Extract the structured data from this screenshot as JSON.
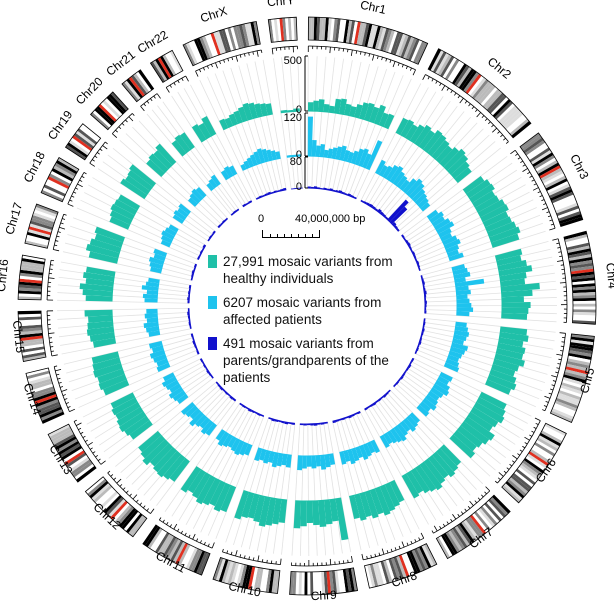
{
  "chart_data": {
    "type": "circos",
    "chromosomes": [
      {
        "name": "Chr1",
        "size_mb": 249
      },
      {
        "name": "Chr2",
        "size_mb": 242
      },
      {
        "name": "Chr3",
        "size_mb": 198
      },
      {
        "name": "Chr4",
        "size_mb": 190
      },
      {
        "name": "Chr5",
        "size_mb": 181
      },
      {
        "name": "Chr6",
        "size_mb": 171
      },
      {
        "name": "Chr7",
        "size_mb": 159
      },
      {
        "name": "Chr8",
        "size_mb": 145
      },
      {
        "name": "Chr9",
        "size_mb": 138
      },
      {
        "name": "Chr10",
        "size_mb": 134
      },
      {
        "name": "Chr11",
        "size_mb": 135
      },
      {
        "name": "Chr12",
        "size_mb": 133
      },
      {
        "name": "Chr13",
        "size_mb": 114
      },
      {
        "name": "Chr14",
        "size_mb": 107
      },
      {
        "name": "Chr15",
        "size_mb": 102
      },
      {
        "name": "Chr16",
        "size_mb": 90
      },
      {
        "name": "Chr17",
        "size_mb": 83
      },
      {
        "name": "Chr18",
        "size_mb": 80
      },
      {
        "name": "Chr19",
        "size_mb": 59
      },
      {
        "name": "Chr20",
        "size_mb": 64
      },
      {
        "name": "Chr21",
        "size_mb": 47
      },
      {
        "name": "Chr22",
        "size_mb": 51
      },
      {
        "name": "ChrX",
        "size_mb": 156
      },
      {
        "name": "ChrY",
        "size_mb": 57
      }
    ],
    "series": [
      {
        "name": "27,991 mosaic variants from healthy individuals",
        "color": "#1fc0a8",
        "ylim": [
          0,
          500
        ],
        "tick_labels": [
          "500",
          "0"
        ],
        "values": [
          [
            80,
            95,
            110,
            70,
            60,
            130,
            140,
            100,
            90,
            120,
            150,
            160,
            140,
            175,
            120,
            130
          ],
          [
            150,
            160,
            140,
            170,
            200,
            180,
            220,
            210,
            190,
            170,
            200,
            230,
            210,
            180,
            160
          ],
          [
            200,
            230,
            240,
            210,
            220,
            250,
            260,
            230,
            240,
            260,
            280,
            250
          ],
          [
            240,
            220,
            260,
            300,
            240,
            220,
            350,
            280,
            200,
            260,
            240,
            230
          ],
          [
            240,
            260,
            220,
            250,
            240,
            270,
            230,
            210,
            240,
            260,
            230
          ],
          [
            250,
            270,
            290,
            260,
            240,
            300,
            280,
            250,
            230,
            260
          ],
          [
            220,
            240,
            260,
            230,
            250,
            280,
            260,
            240,
            210,
            230
          ],
          [
            200,
            220,
            240,
            260,
            230,
            250,
            220,
            240,
            210
          ],
          [
            380,
            200,
            220,
            240,
            220,
            200,
            230,
            250
          ],
          [
            210,
            230,
            250,
            270,
            240,
            220,
            230,
            260
          ],
          [
            240,
            260,
            230,
            250,
            270,
            240,
            220,
            250
          ],
          [
            230,
            250,
            270,
            260,
            240,
            280,
            250,
            230
          ],
          [
            220,
            240,
            260,
            250,
            230,
            240,
            220
          ],
          [
            230,
            250,
            240,
            260,
            250,
            240
          ],
          [
            200,
            220,
            240,
            230,
            220,
            250
          ],
          [
            240,
            270,
            300,
            250,
            280,
            260
          ],
          [
            260,
            300,
            280,
            250,
            270
          ],
          [
            180,
            200,
            220,
            210,
            200
          ],
          [
            260,
            240,
            250,
            270
          ],
          [
            180,
            200,
            190,
            220
          ],
          [
            150,
            170,
            160
          ],
          [
            160,
            140,
            180
          ],
          [
            90,
            80,
            100,
            110,
            130,
            150,
            140,
            120,
            110,
            100
          ],
          [
            20,
            15,
            25
          ]
        ]
      },
      {
        "name": "6207 mosaic variants from affected patients",
        "color": "#1ec3ee",
        "ylim": [
          0,
          120
        ],
        "tick_labels": [
          "120",
          "0"
        ],
        "values": [
          [
            110,
            45,
            30,
            35,
            20,
            25,
            30,
            35,
            40,
            30,
            28,
            35,
            45,
            50,
            40,
            85
          ],
          [
            40,
            30,
            35,
            45,
            50,
            40,
            35,
            30,
            45,
            55,
            50,
            40,
            35,
            30,
            25
          ],
          [
            30,
            40,
            35,
            45,
            50,
            35,
            30,
            40,
            45,
            35,
            30,
            40
          ],
          [
            35,
            40,
            45,
            30,
            80,
            35,
            40,
            30,
            35,
            40,
            45,
            35
          ],
          [
            30,
            35,
            40,
            35,
            30,
            45,
            40,
            35,
            30,
            35,
            40
          ],
          [
            35,
            30,
            40,
            45,
            35,
            30,
            35,
            40,
            30,
            35
          ],
          [
            30,
            35,
            40,
            30,
            35,
            45,
            40,
            35,
            30,
            35
          ],
          [
            35,
            30,
            35,
            40,
            30,
            35,
            40,
            30,
            35
          ],
          [
            30,
            35,
            40,
            30,
            35,
            30,
            35,
            40
          ],
          [
            35,
            30,
            35,
            40,
            30,
            35,
            30,
            35
          ],
          [
            30,
            35,
            40,
            35,
            30,
            35,
            40,
            30
          ],
          [
            35,
            40,
            30,
            35,
            45,
            30,
            35,
            40
          ],
          [
            30,
            35,
            40,
            30,
            35,
            40,
            30
          ],
          [
            35,
            30,
            35,
            40,
            30,
            35
          ],
          [
            30,
            35,
            40,
            30,
            35,
            30
          ],
          [
            35,
            40,
            30,
            45,
            35,
            30
          ],
          [
            30,
            35,
            40,
            30,
            35
          ],
          [
            25,
            30,
            35,
            30,
            25
          ],
          [
            30,
            35,
            30,
            35
          ],
          [
            25,
            30,
            35,
            30
          ],
          [
            20,
            25,
            30
          ],
          [
            25,
            30,
            25
          ],
          [
            15,
            20,
            25,
            30,
            35,
            40,
            35,
            30,
            25,
            20
          ],
          [
            5,
            5,
            5
          ]
        ]
      },
      {
        "name": "491 mosaic variants from parents/grandparents of the patients",
        "color": "#1111cc",
        "ylim": [
          0,
          80
        ],
        "tick_labels": [
          "80",
          "0"
        ],
        "values": [
          [
            4,
            3,
            5,
            3,
            2,
            4,
            3,
            5,
            3,
            4,
            6,
            4,
            3,
            5,
            4,
            3
          ],
          [
            3,
            4,
            5,
            6,
            5,
            4,
            8,
            6,
            5,
            4,
            70,
            55,
            8,
            5,
            4
          ],
          [
            4,
            3,
            5,
            6,
            4,
            3,
            5,
            4,
            3,
            5,
            4,
            3
          ],
          [
            3,
            4,
            5,
            3,
            4,
            6,
            4,
            3,
            5,
            4,
            3,
            4
          ],
          [
            3,
            4,
            3,
            5,
            4,
            3,
            4,
            5,
            3,
            4,
            3
          ],
          [
            4,
            3,
            5,
            4,
            3,
            4,
            5,
            3,
            4,
            3
          ],
          [
            3,
            4,
            5,
            3,
            4,
            3,
            5,
            4,
            3,
            4
          ],
          [
            4,
            3,
            4,
            5,
            3,
            4,
            3,
            4,
            5
          ],
          [
            3,
            4,
            3,
            5,
            4,
            3,
            4,
            3
          ],
          [
            4,
            3,
            5,
            4,
            3,
            4,
            5,
            3
          ],
          [
            3,
            4,
            3,
            4,
            5,
            3,
            4,
            3
          ],
          [
            4,
            5,
            3,
            4,
            3,
            5,
            4,
            3
          ],
          [
            3,
            4,
            5,
            3,
            4,
            3,
            4
          ],
          [
            4,
            3,
            4,
            5,
            3,
            4
          ],
          [
            3,
            4,
            3,
            4,
            5,
            3
          ],
          [
            4,
            5,
            3,
            4,
            3,
            4
          ],
          [
            3,
            4,
            5,
            3,
            4
          ],
          [
            4,
            3,
            4,
            3,
            5
          ],
          [
            3,
            4,
            3,
            4
          ],
          [
            4,
            3,
            4,
            3
          ],
          [
            3,
            4,
            3
          ],
          [
            4,
            3,
            4
          ],
          [
            3,
            4,
            3,
            4,
            5,
            3,
            4,
            3,
            4,
            5
          ],
          [
            1,
            1,
            1
          ]
        ]
      }
    ],
    "scale_bar": {
      "left_label": "0",
      "right_label": "40,000,000 bp"
    },
    "grid": true,
    "legend_position": "center"
  }
}
